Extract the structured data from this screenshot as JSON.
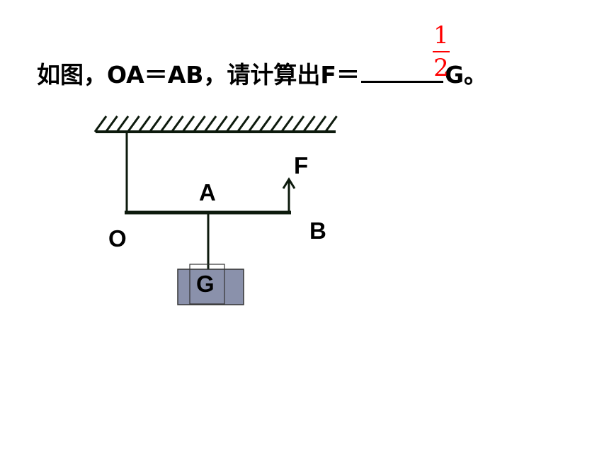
{
  "question": {
    "prefix": "如图，OA＝AB，请计算出F＝",
    "suffix": "G。"
  },
  "answer": {
    "numerator": "1",
    "denominator": "2",
    "color": "#ff0000"
  },
  "diagram": {
    "labels": {
      "O": "O",
      "A": "A",
      "B": "B",
      "F": "F",
      "G": "G"
    },
    "weight_fill": "#8a91ab",
    "line_color": "#0d1a0d"
  }
}
